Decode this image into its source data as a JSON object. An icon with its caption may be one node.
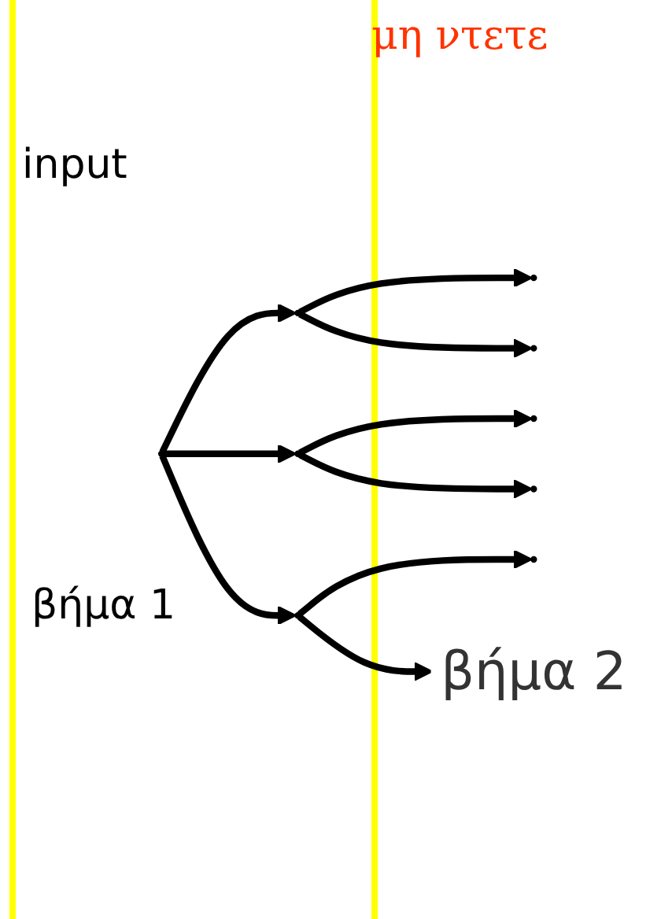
{
  "diagram": {
    "nodes": [
      {
        "text": [],
        "shape": "circle"
      },
      {
        "text": [],
        "shape": "circle"
      },
      {
        "text": [],
        "shape": "circle"
      },
      {
        "text": [],
        "shape": "circle"
      },
      {
        "text": [],
        "shape": "circle"
      },
      {
        "text": [],
        "shape": "circle"
      },
      {
        "text": [],
        "shape": "circle"
      },
      {
        "text": [],
        "shape": "circle"
      },
      {
        "text": [],
        "shape": "circle"
      },
      {
        "text": [
          "βήμα 2"
        ]
      }
    ],
    "edges": [
      {
        "from": 0,
        "to": 1,
        "arrow": "to"
      },
      {
        "from": 0,
        "to": 2,
        "arrow": "to"
      },
      {
        "from": 0,
        "to": 3,
        "arrow": "to"
      },
      {
        "from": 1,
        "to": 4,
        "arrow": "to"
      },
      {
        "from": 1,
        "to": 5,
        "arrow": "to"
      },
      {
        "from": 2,
        "to": 6,
        "arrow": "to"
      },
      {
        "from": 2,
        "to": 7,
        "arrow": "to"
      },
      {
        "from": 3,
        "to": 8,
        "arrow": "to"
      },
      {
        "from": 3,
        "to": 9,
        "arrow": "to"
      }
    ],
    "labels": [
      "μη ντετε",
      "input",
      "βήμα 1"
    ]
  }
}
